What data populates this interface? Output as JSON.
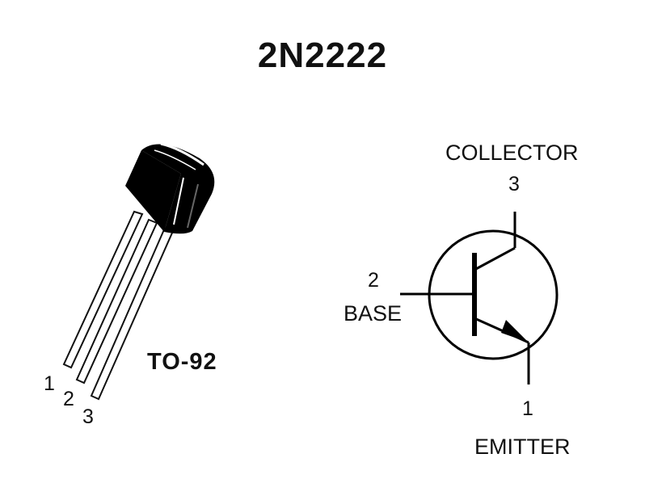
{
  "title": "2N2222",
  "package": {
    "name": "TO-92",
    "pins": [
      "1",
      "2",
      "3"
    ]
  },
  "symbol": {
    "collector": {
      "label": "COLLECTOR",
      "pin": "3"
    },
    "base": {
      "label": "BASE",
      "pin": "2"
    },
    "emitter": {
      "label": "EMITTER",
      "pin": "1"
    }
  }
}
